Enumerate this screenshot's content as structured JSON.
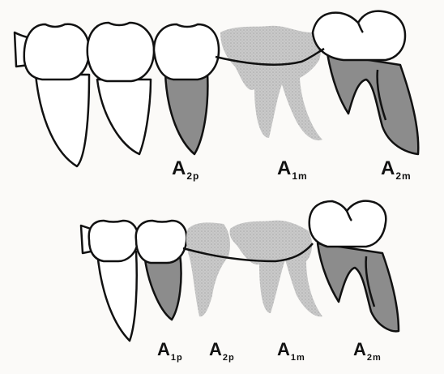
{
  "top_labels": [
    {
      "letter": "A",
      "sub": "2p"
    },
    {
      "letter": "A",
      "sub": "1m"
    },
    {
      "letter": "A",
      "sub": "2m"
    }
  ],
  "bottom_labels": [
    {
      "letter": "A",
      "sub": "1p"
    },
    {
      "letter": "A",
      "sub": "2p"
    },
    {
      "letter": "A",
      "sub": "1m"
    },
    {
      "letter": "A",
      "sub": "2m"
    }
  ],
  "colors": {
    "outline": "#111111",
    "abutment_fill": "#8c8c8c",
    "pontic_fill": "#c4c4c4",
    "tooth_fill": "#ffffff"
  }
}
